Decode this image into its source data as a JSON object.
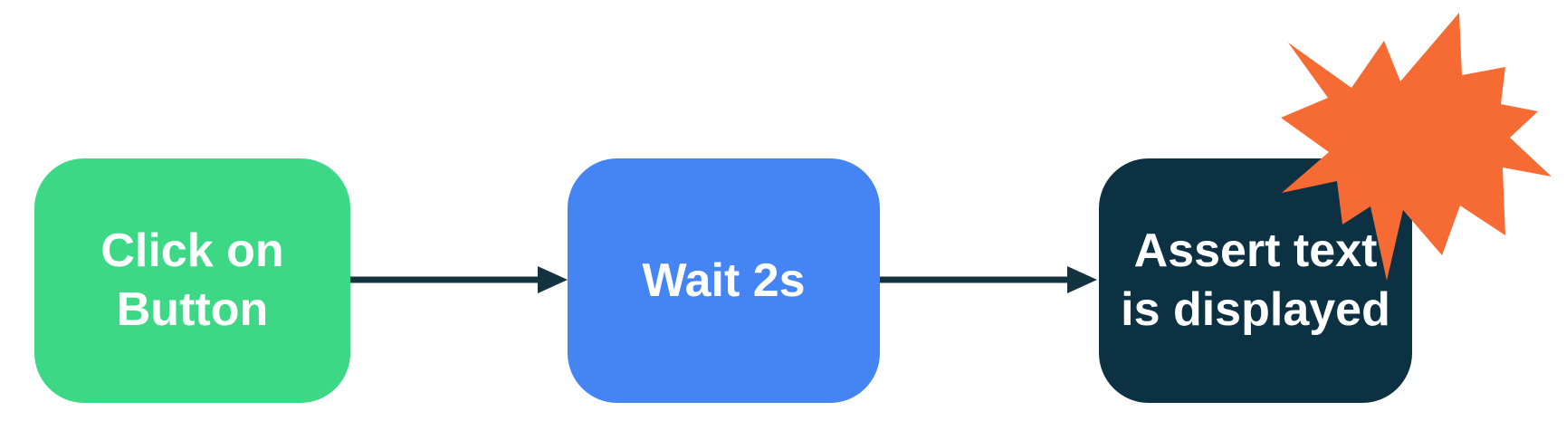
{
  "diagram": {
    "kind": "test-automation-flowchart",
    "nodes": [
      {
        "id": "click-on-button",
        "label": "Click on Button",
        "lines": [
          "Click on",
          "Button"
        ],
        "color": "#3CD886"
      },
      {
        "id": "wait-2s",
        "label": "Wait 2s",
        "lines": [
          "Wait 2s"
        ],
        "color": "#4484F3"
      },
      {
        "id": "assert-text-is-displayed",
        "label": "Assert text is displayed",
        "lines": [
          "Assert text",
          "is displayed"
        ],
        "color": "#0C3142"
      }
    ],
    "connectors": [
      {
        "from": "click-on-button",
        "to": "wait-2s"
      },
      {
        "from": "wait-2s",
        "to": "assert-text-is-displayed"
      }
    ],
    "decorations": [
      {
        "id": "explosion-burst",
        "color": "#F66A33",
        "position": "top-right-of-assert-node"
      }
    ],
    "colors": {
      "background": "#FFFFFF",
      "arrow": "#143341",
      "burst": "#F66A33",
      "label_text": "#FFFFFF",
      "node_green": "#3CD886",
      "node_blue": "#4484F3",
      "node_navy": "#0C3142"
    }
  }
}
